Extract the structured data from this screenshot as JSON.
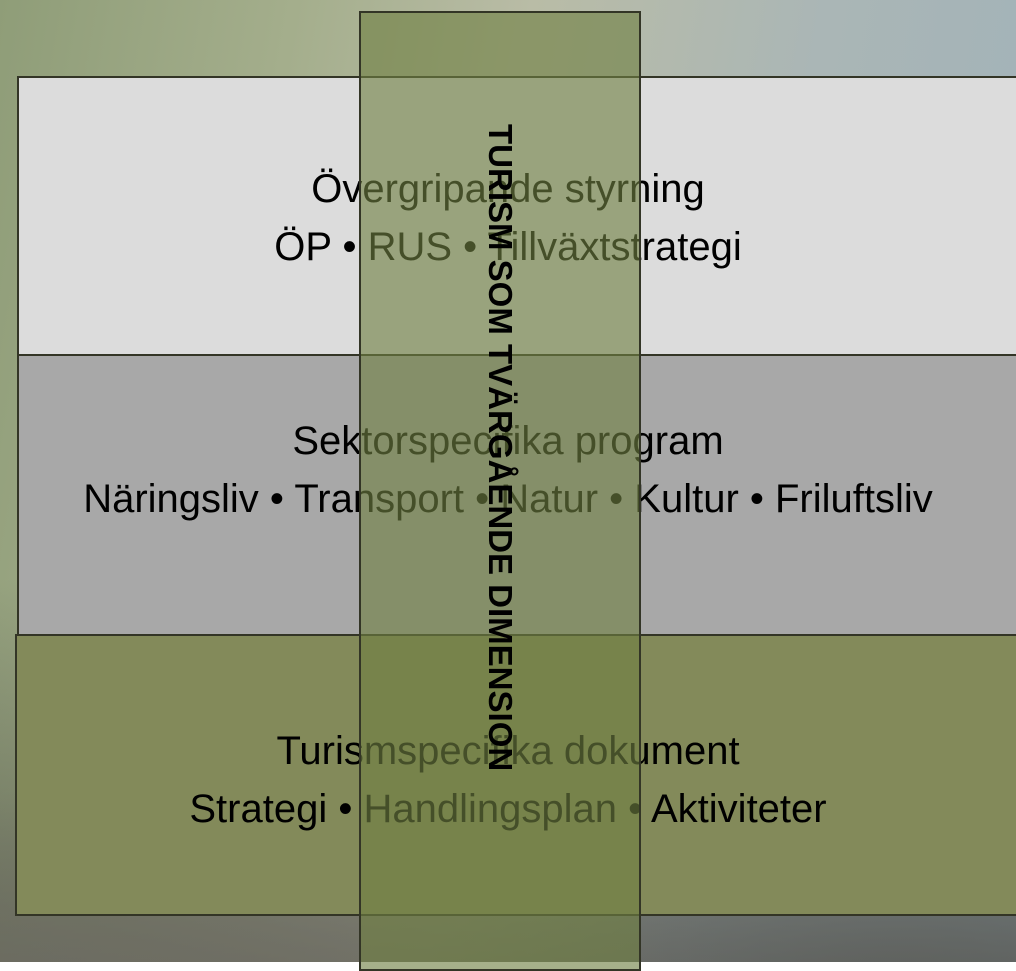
{
  "bands": [
    {
      "title": "Övergripande styrning",
      "items_line": "ÖP • RUS • Tillväxtstrategi"
    },
    {
      "title": "Sektorspecifika program",
      "items_line": "Näringsliv • Transport • Natur • Kultur • Friluftsliv"
    },
    {
      "title": "Turismspecifika dokument",
      "items_line": "Strategi • Handlingsplan • Aktiviteter"
    }
  ],
  "cross_cutting_label": "TURISM SOM TVÄRGÅENDE DIMENSION",
  "colors": {
    "band_top": "#dcdcdc",
    "band_middle": "#a8a8a8",
    "band_bottom": "#838a5a",
    "overlay": "#708042",
    "border": "#333526"
  }
}
